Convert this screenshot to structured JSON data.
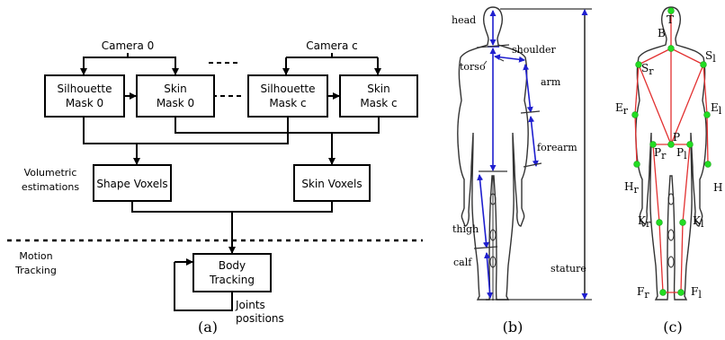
{
  "panel_a": {
    "camera_0": "Camera 0",
    "camera_c": "Camera c",
    "silhouette_0": [
      "Silhouette",
      "Mask 0"
    ],
    "skin_0": [
      "Skin",
      "Mask 0"
    ],
    "silhouette_c": [
      "Silhouette",
      "Mask c"
    ],
    "skin_c": [
      "Skin",
      "Mask c"
    ],
    "volumetric": [
      "Volumetric",
      "estimations"
    ],
    "shape_voxels": "Shape Voxels",
    "skin_voxels": "Skin Voxels",
    "motion": [
      "Motion",
      "Tracking"
    ],
    "body_tracking": [
      "Body",
      "Tracking"
    ],
    "joints": [
      "Joints",
      "positions"
    ]
  },
  "panel_b": {
    "head": "head",
    "shoulder": "shoulder",
    "torso": "torso",
    "arm": "arm",
    "forearm": "forearm",
    "thigh": "thigh",
    "calf": "calf",
    "stature": "stature"
  },
  "panel_c": {
    "joints": [
      {
        "base": "T",
        "sub": ""
      },
      {
        "base": "B",
        "sub": ""
      },
      {
        "base": "S",
        "sub": "r"
      },
      {
        "base": "S",
        "sub": "l"
      },
      {
        "base": "E",
        "sub": "r"
      },
      {
        "base": "E",
        "sub": "l"
      },
      {
        "base": "P",
        "sub": ""
      },
      {
        "base": "P",
        "sub": "r"
      },
      {
        "base": "P",
        "sub": "l"
      },
      {
        "base": "H",
        "sub": "r"
      },
      {
        "base": "H",
        "sub": ""
      },
      {
        "base": "K",
        "sub": "r"
      },
      {
        "base": "K",
        "sub": "l"
      },
      {
        "base": "F",
        "sub": "r"
      },
      {
        "base": "F",
        "sub": "l"
      }
    ]
  },
  "captions": [
    "(a)",
    "(b)",
    "(c)"
  ],
  "colors": {
    "measure": "#1f1fcf",
    "skeleton": "#e23030",
    "joint": "#22dd22"
  }
}
